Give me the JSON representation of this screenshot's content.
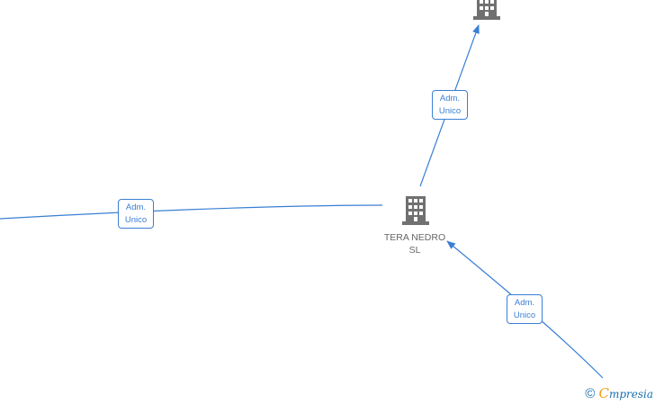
{
  "nodes": {
    "center": {
      "name_line1": "TERA NEDRO",
      "name_line2": "SL"
    }
  },
  "relations": [
    {
      "line1": "Adm.",
      "line2": "Unico"
    },
    {
      "line1": "Adm.",
      "line2": "Unico"
    },
    {
      "line1": "Adm.",
      "line2": "Unico"
    }
  ],
  "brand": {
    "copyright": "©",
    "initial": "C",
    "name": "mpresia"
  },
  "colors": {
    "edge": "#3a7fd5",
    "building": "#707070",
    "brand_accent": "#f39c12"
  }
}
